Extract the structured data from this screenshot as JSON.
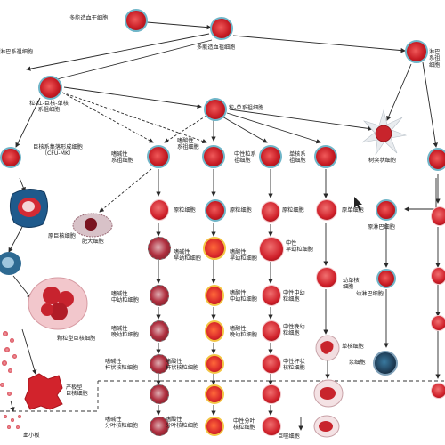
{
  "labels": {
    "hsc": "多能造血干细胞",
    "mpp": "多能造血祖细胞",
    "lymphoid_prog": "淋巴系祖细胞",
    "gemm": "粒-红-巨核-单核\n系祖细胞",
    "gm": "粒-单系祖细胞",
    "mk_colony": "巨核系集落形成细胞\n（CFU-MK）",
    "baso_prog": "嗜碱性\n系祖细胞",
    "eos_prog": "嗜酸性\n系祖细胞",
    "neut_prog": "中性粒系\n祖细胞",
    "mono_prog": "单核系\n祖细胞",
    "dendritic": "树突状细胞",
    "megakaryoblast": "原巨核细胞",
    "mast": "肥大细胞",
    "myeloblast_1": "原粒细胞",
    "myeloblast_2": "原粒细胞",
    "myeloblast_3": "原粒细胞",
    "monoblast": "原单细胞",
    "lymphoblast": "原淋巴细胞",
    "baso_promyelo": "嗜碱性\n早幼粒细胞",
    "eos_promyelo": "嗜酸性\n早幼粒细胞",
    "neut_promyelo": "中性\n早幼粒细胞",
    "promonocyte": "幼单核\n细胞",
    "prolymphocyte": "幼淋巴细胞",
    "baso_myelo": "嗜碱性\n中幼粒细胞",
    "eos_myelo": "嗜酸性\n中幼粒细胞",
    "neut_myelo": "中性中幼\n粒细胞",
    "baso_meta": "嗜碱性\n晚幼粒细胞",
    "eos_meta": "嗜酸性\n晚幼粒细胞",
    "neut_meta": "中性晚幼\n粒细胞",
    "monocyte": "单核细胞",
    "baso_band": "嗜碱性\n杆状核粒细胞",
    "eos_band": "嗜酸性\n杆状核粒细胞",
    "neut_band": "中性杆状\n核粒细胞",
    "plasma": "浆细胞",
    "granular_mk": "颗粒型巨核细胞",
    "producing_mk": "产板型\n巨核细胞",
    "platelet": "血小板",
    "baso_seg": "嗜碱性\n分叶核粒细胞",
    "eos_seg": "嗜酸性\n分叶核粒细胞",
    "neut_seg": "中性分叶\n核粒细胞",
    "macrophage": "巨噬细胞"
  },
  "colors": {
    "cell_ring": "#6fb5c8",
    "cell_core": "#c81d25",
    "eosinophil_ring": "#f3c544",
    "arrow": "#2a2a2a",
    "divider": "#333333"
  }
}
